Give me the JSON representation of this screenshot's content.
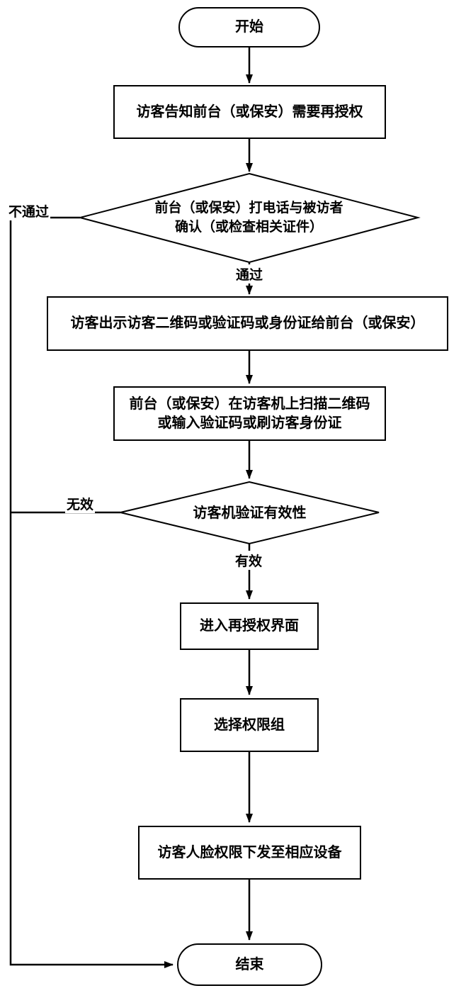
{
  "colors": {
    "stroke": "#000000",
    "fill": "#ffffff",
    "text": "#000000"
  },
  "nodes": {
    "start": {
      "label": "开始"
    },
    "inform": {
      "label": "访客告知前台（或保安）需要再授权"
    },
    "confirm": {
      "line1": "前台（或保安）打电话与被访者",
      "line2": "确认（或检查相关证件）"
    },
    "present": {
      "label": "访客出示访客二维码或验证码或身份证给前台（或保安）"
    },
    "scan": {
      "line1": "前台（或保安）在访客机上扫描二维码",
      "line2": "或输入验证码或刷访客身份证"
    },
    "validate": {
      "label": "访客机验证有效性"
    },
    "reauth_ui": {
      "label": "进入再授权界面"
    },
    "select_group": {
      "label": "选择权限组"
    },
    "issue": {
      "label": "访客人脸权限下发至相应设备"
    },
    "end": {
      "label": "结束"
    }
  },
  "edge_labels": {
    "not_pass": "不通过",
    "pass": "通过",
    "invalid": "无效",
    "valid": "有效"
  }
}
